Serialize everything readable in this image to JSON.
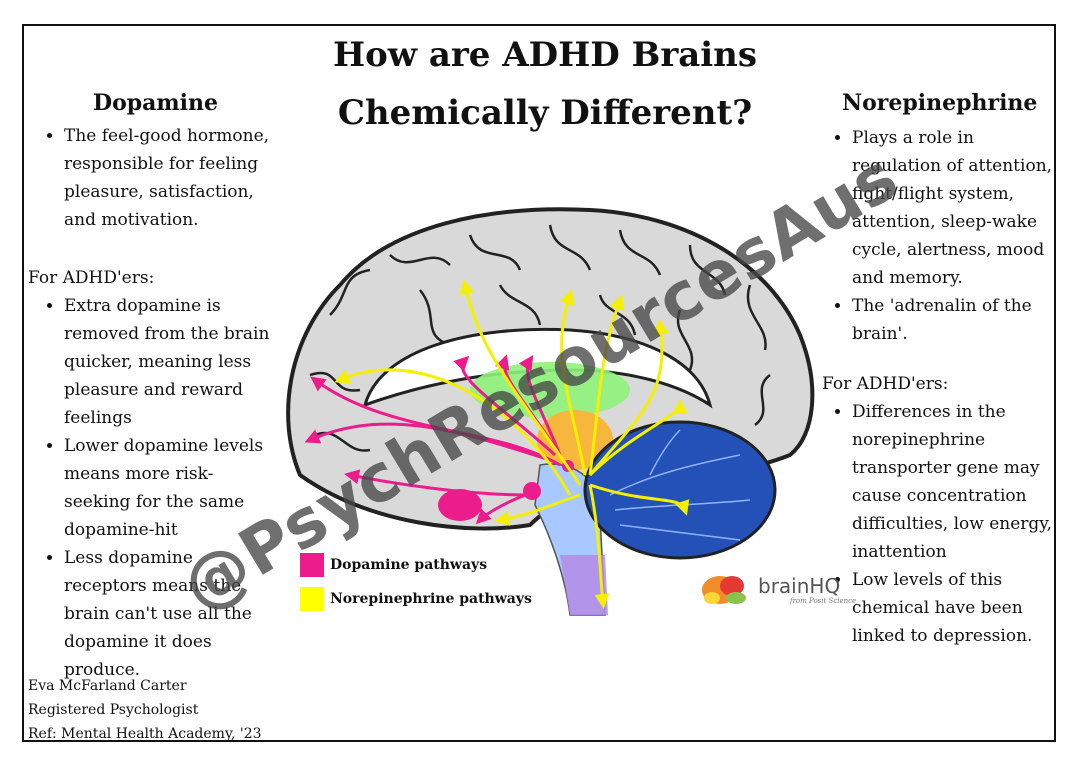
{
  "title_line1": "How are ADHD Brains",
  "title_line2": "Chemically Different?",
  "dopamine": {
    "heading": "Dopamine",
    "bullets": [
      "The feel-good hormone, responsible for feeling pleasure, satisfaction, and motivation."
    ],
    "adhd_heading": "For ADHD'ers:",
    "adhd_bullets": [
      "Extra dopamine is removed from the brain quicker, meaning less pleasure and reward feelings",
      "Lower dopamine levels means more risk-seeking for the same dopamine-hit",
      "Less dopamine receptors means the brain can't use all the dopamine it does produce."
    ]
  },
  "norepinephrine": {
    "heading": "Norepinephrine",
    "bullets": [
      "Plays a role in regulation of attention, fight/flight system, attention, sleep-wake cycle, alertness, mood and memory.",
      "The 'adrenalin of the brain'."
    ],
    "adhd_heading": "For ADHD'ers:",
    "adhd_bullets": [
      "Differences in the norepinephrine transporter gene may cause concentration difficulties, low energy, inattention",
      "Low levels of this chemical have been linked to depression."
    ]
  },
  "legend": {
    "dopamine_label": "Dopamine pathways",
    "dopamine_color": "#ec1c8c",
    "norepinephrine_label": "Norepinephrine pathways",
    "norepinephrine_color": "#ffff00"
  },
  "credit": {
    "name": "Eva McFarland Carter",
    "role": "Registered Psychologist",
    "ref": "Ref: Mental Health Academy, '23"
  },
  "logo": {
    "name": "brainHQ",
    "tagline": "from Posit Science"
  },
  "watermark": "@PsychResourcesAus"
}
